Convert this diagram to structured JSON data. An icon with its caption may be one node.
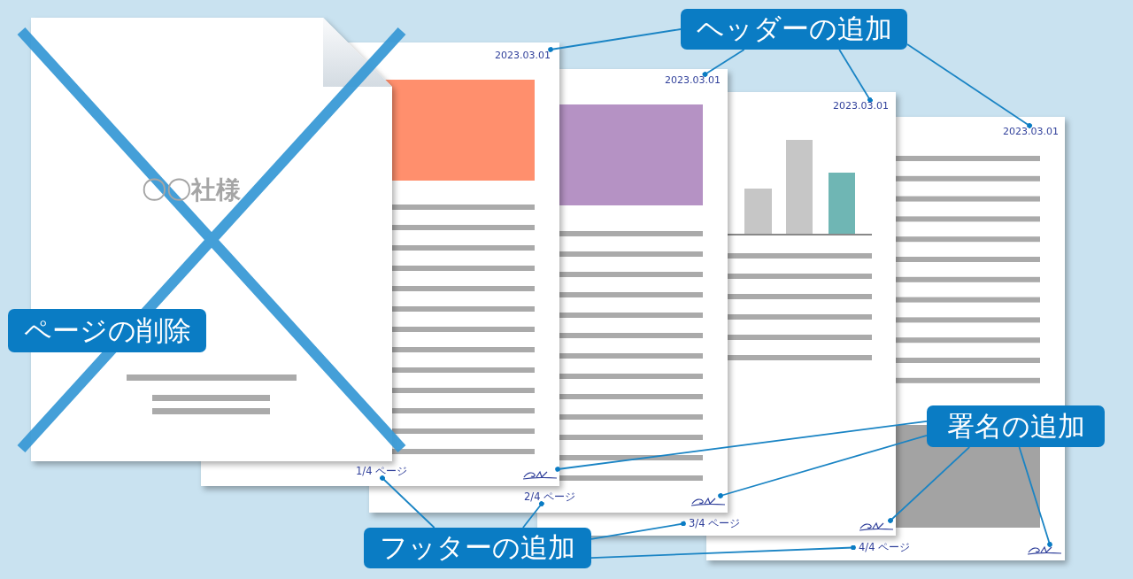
{
  "diagram": {
    "nodes": [
      {
        "text": [
          "ヘッダーの追加"
        ]
      },
      {
        "text": [
          "2023.03.01"
        ]
      },
      {
        "text": [
          "2023.03.01"
        ]
      },
      {
        "text": [
          "2023.03.01"
        ]
      },
      {
        "text": [
          "2023.03.01"
        ]
      },
      {
        "text": [
          "ページの削除"
        ]
      },
      {
        "text": [
          "署名の追加"
        ]
      },
      {
        "text": [],
        "shape": "picture"
      },
      {
        "text": [],
        "shape": "picture"
      },
      {
        "text": [],
        "shape": "picture"
      },
      {
        "text": [],
        "shape": "picture"
      },
      {
        "text": [
          "フッターの追加"
        ]
      },
      {
        "text": [
          "1/4 ページ"
        ]
      },
      {
        "text": [
          "2/4 ページ"
        ]
      },
      {
        "text": [
          "3/4 ページ"
        ]
      },
      {
        "text": [
          "4/4 ページ"
        ]
      }
    ],
    "edges": [
      {
        "from": 0,
        "to": 1,
        "arrow": "other"
      },
      {
        "from": 0,
        "to": 2,
        "arrow": "other"
      },
      {
        "from": 0,
        "to": 3,
        "arrow": "other"
      },
      {
        "from": 0,
        "to": 4,
        "arrow": "other"
      },
      {
        "from": 6,
        "to": 7,
        "arrow": "other"
      },
      {
        "from": 6,
        "to": 8,
        "arrow": "other"
      },
      {
        "from": 6,
        "to": 9,
        "arrow": "other"
      },
      {
        "from": 6,
        "to": 10,
        "arrow": "other"
      },
      {
        "from": 11,
        "to": 12,
        "arrow": "other"
      },
      {
        "from": 11,
        "to": 13,
        "arrow": "other"
      },
      {
        "from": 11,
        "to": 14,
        "arrow": "other"
      },
      {
        "from": 11,
        "to": 15,
        "arrow": "other"
      }
    ],
    "labels": [
      "〇〇社様"
    ]
  }
}
